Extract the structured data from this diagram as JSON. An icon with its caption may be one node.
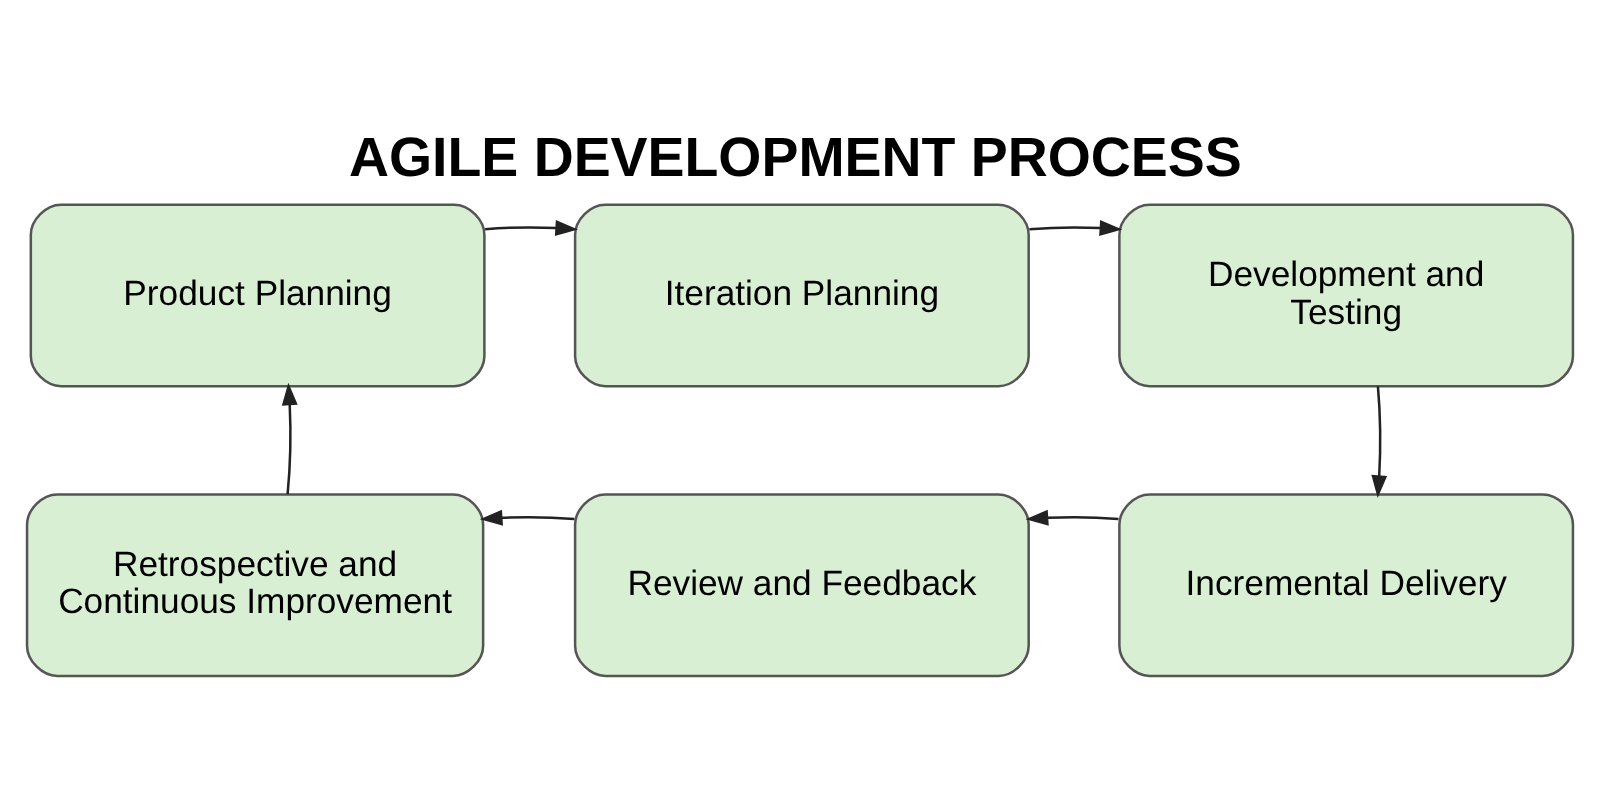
{
  "diagram": {
    "title": "AGILE DEVELOPMENT PROCESS",
    "nodes": [
      {
        "text": [
          "Product Planning"
        ]
      },
      {
        "text": [
          "Iteration Planning"
        ]
      },
      {
        "text": [
          "Development and Testing"
        ]
      },
      {
        "text": [
          "Retrospective and Continuous Improvement"
        ]
      },
      {
        "text": [
          "Review and Feedback"
        ]
      },
      {
        "text": [
          "Incremental Delivery"
        ]
      }
    ],
    "edges": [
      {
        "from": 0,
        "to": 1,
        "arrow": "to"
      },
      {
        "from": 1,
        "to": 2,
        "arrow": "to"
      },
      {
        "from": 2,
        "to": 5,
        "arrow": "to"
      },
      {
        "from": 5,
        "to": 4,
        "arrow": "to"
      },
      {
        "from": 4,
        "to": 3,
        "arrow": "to"
      },
      {
        "from": 3,
        "to": 0,
        "arrow": "to"
      }
    ]
  }
}
